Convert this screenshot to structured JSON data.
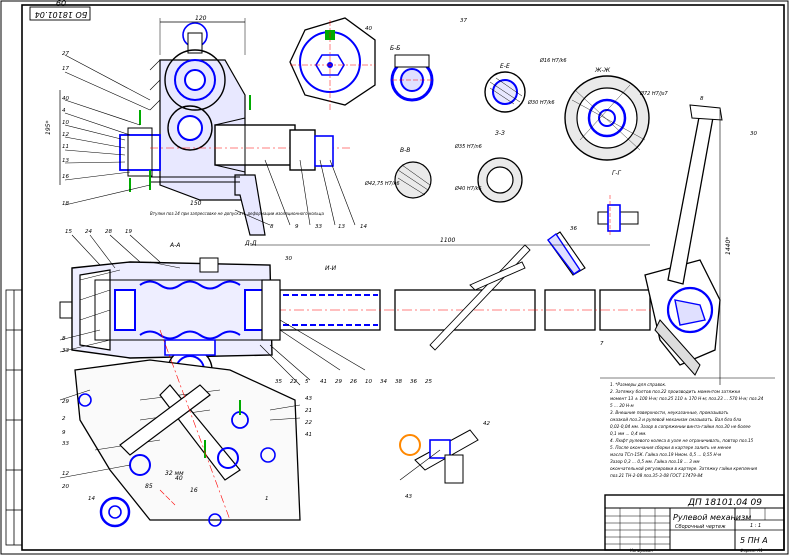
{
  "drawing": {
    "code_rotated": "БО 18101.04 09",
    "title_block": {
      "code": "ДП 18101.04 09",
      "name": "Рулевой механизм",
      "subtitle": "Сборочный чертеж",
      "sheet": "1 : 1",
      "group": "5 ПН А"
    },
    "notes": [
      "1. *Размеры для справок.",
      "2. Затяжку болтов поз.22 производить моментом затяжки",
      "момент 13 ± 100 Н·м; поз.25 110 ± 170 Н·м; поз.23 ... 570 Н·м; поз.24",
      "5 ... 20 Н·м",
      "3. Внешние поверхности, неуказанные, промазывать",
      "смазкой поз.3 и рулевой механизм смазывать. Вал бла бла",
      "0,02-0,04 мм. Зазор в сопряжении винта-гайки поз.30 не более",
      "0,1 мм ... 0,4 мм.",
      "4. Люфт рулевого колеса в узле не ограничивать, повтор поз.15",
      "5. После окончания сборки в картере залить не менее",
      "масла ТСп-15К. Гайка поз.19 Нмом. 0,5 ... 0,55 Н·м",
      "Зазор 0,3 ... 0,5 мм. Гайка поз.18 ... 3 мм",
      "окончательной регулировки в картере. Затяжку гайки крепления",
      "поз.21 ТН-2-08 поз.35-3-08 ГОСТ 17479-84"
    ],
    "section_labels": [
      "Б-Б",
      "В-В",
      "Е-Е",
      "Ж-Ж",
      "З-З",
      "Г-Г",
      "А-А",
      "Д-Д",
      "И-И"
    ],
    "dimensions": [
      "120",
      "195*",
      "1100",
      "1440*",
      "150",
      "40",
      "16",
      "32 мм",
      "85"
    ],
    "callouts_left": [
      "27",
      "17",
      "40",
      "4",
      "10",
      "12",
      "11",
      "13",
      "16",
      "18",
      "15",
      "24",
      "28",
      "19",
      "8",
      "33",
      "29",
      "2",
      "9",
      "12",
      "20",
      "14",
      "43",
      "21",
      "22",
      "41",
      "33"
    ],
    "callouts_top": [
      "9",
      "33",
      "13",
      "14",
      "8",
      "40",
      "37",
      "35",
      "22",
      "5",
      "41",
      "29",
      "26",
      "10",
      "34",
      "38",
      "36",
      "25",
      "42"
    ],
    "callouts_right": [
      "30",
      "8",
      "7",
      "36",
      "30",
      "1",
      "43"
    ],
    "fits": [
      "Ø16 H7/k6",
      "Ø30 H7/k6",
      "Ø35 H7/n6",
      "Ø40 H7/k6",
      "Ø42,75 H7/k6",
      "Ø72 H7/js7"
    ],
    "note_small": "Втулки поз.14 при запрессовке не допускать деформации изоляционного кольца",
    "footer_left": "Копировал",
    "footer_right": "Формат А1"
  }
}
